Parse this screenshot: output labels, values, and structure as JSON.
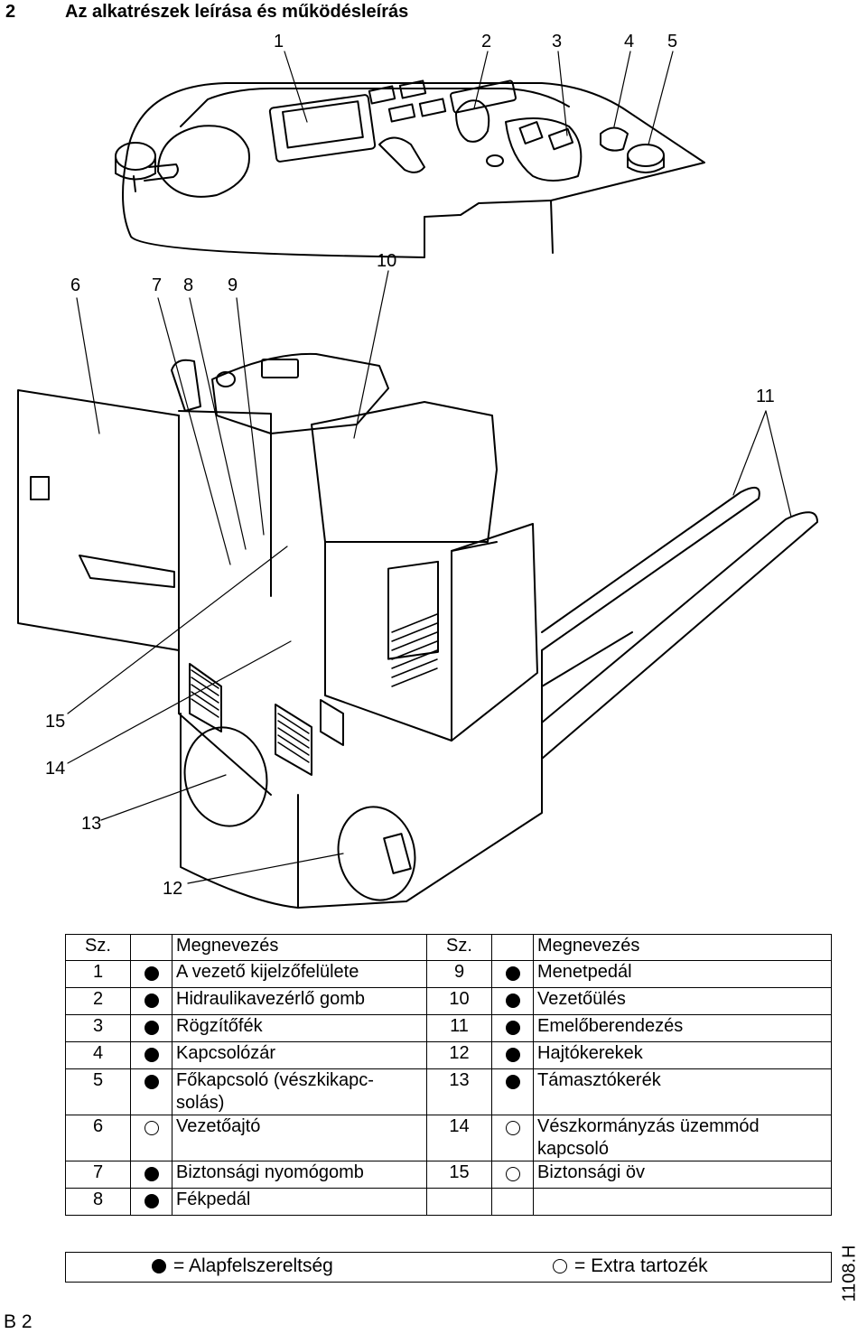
{
  "section": {
    "number": "2",
    "title": "Az alkatrészek leírása és működésleírás"
  },
  "callouts": [
    "1",
    "2",
    "3",
    "4",
    "5",
    "6",
    "7",
    "8",
    "9",
    "10",
    "11",
    "12",
    "13",
    "14",
    "15"
  ],
  "table": {
    "headers": [
      "Sz.",
      "Megnevezés",
      "Sz.",
      "Megnevezés"
    ],
    "rows": [
      {
        "left": {
          "num": "1",
          "std": true,
          "name": "A vezető kijelzőfelülete"
        },
        "right": {
          "num": "9",
          "std": true,
          "name": "Menetpedál"
        }
      },
      {
        "left": {
          "num": "2",
          "std": true,
          "name": "Hidraulikavezérlő gomb"
        },
        "right": {
          "num": "10",
          "std": true,
          "name": "Vezetőülés"
        }
      },
      {
        "left": {
          "num": "3",
          "std": true,
          "name": "Rögzítőfék"
        },
        "right": {
          "num": "11",
          "std": true,
          "name": "Emelőberendezés"
        }
      },
      {
        "left": {
          "num": "4",
          "std": true,
          "name": "Kapcsolózár"
        },
        "right": {
          "num": "12",
          "std": true,
          "name": "Hajtókerekek"
        }
      },
      {
        "left": {
          "num": "5",
          "std": true,
          "name": "Főkapcsoló (vészkikapc-\nsolás)"
        },
        "right": {
          "num": "13",
          "std": true,
          "name": "Támasztókerék"
        }
      },
      {
        "left": {
          "num": "6",
          "std": false,
          "name": "Vezetőajtó"
        },
        "right": {
          "num": "14",
          "std": false,
          "name": "Vészkormányzás üzemmód\nkapcsoló"
        }
      },
      {
        "left": {
          "num": "7",
          "std": true,
          "name": "Biztonsági nyomógomb"
        },
        "right": {
          "num": "15",
          "std": false,
          "name": "Biztonsági öv"
        }
      },
      {
        "left": {
          "num": "8",
          "std": true,
          "name": "Fékpedál"
        },
        "right": null
      }
    ]
  },
  "legend": {
    "standard": "= Alapfelszereltség",
    "optional": "= Extra tartozék"
  },
  "footer": {
    "page": "B 2",
    "code": "1108.H"
  }
}
